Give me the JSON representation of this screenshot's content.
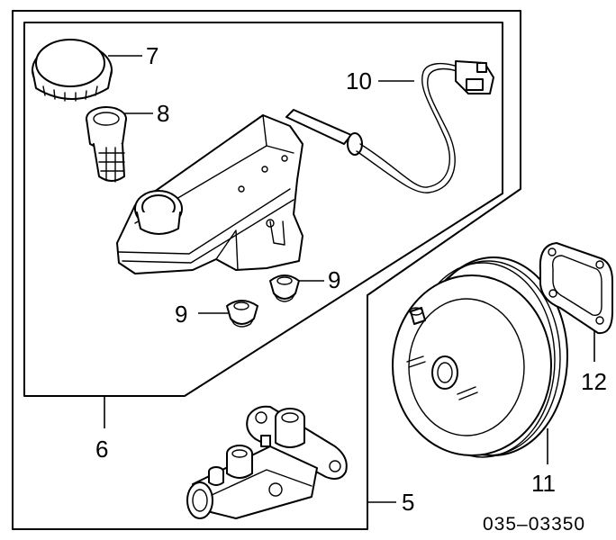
{
  "callouts": {
    "c5": "5",
    "c6": "6",
    "c7": "7",
    "c8": "8",
    "c9a": "9",
    "c9b": "9",
    "c10": "10",
    "c11": "11",
    "c12": "12"
  },
  "diagram_code": "035–03350"
}
